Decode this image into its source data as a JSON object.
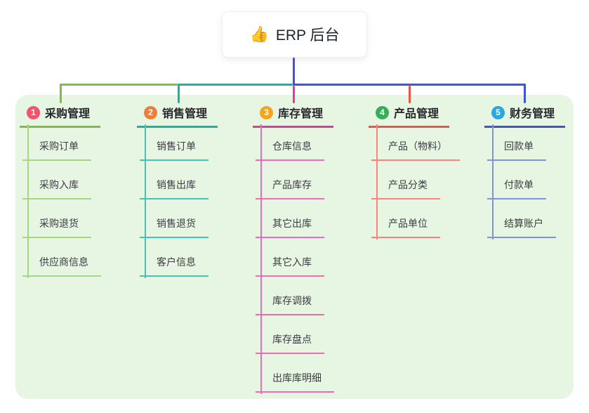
{
  "root": {
    "icon": "👍",
    "label": "ERP 后台"
  },
  "branches": [
    {
      "index": "1",
      "label": "采购管理",
      "line_color": "#7dbf3e",
      "child_line_color": "#a6d586",
      "badge_color": "#f1536e",
      "children": [
        "采购订单",
        "采购入库",
        "采购退货",
        "供应商信息"
      ]
    },
    {
      "index": "2",
      "label": "销售管理",
      "line_color": "#17b4a6",
      "child_line_color": "#47c2b2",
      "badge_color": "#ef7d3b",
      "children": [
        "销售订单",
        "销售出库",
        "销售退货",
        "客户信息"
      ]
    },
    {
      "index": "3",
      "label": "库存管理",
      "line_color": "#e03a9d",
      "child_line_color": "#ef6cb4",
      "badge_color": "#f3a51f",
      "children": [
        "仓库信息",
        "产品库存",
        "其它出库",
        "其它入库",
        "库存调拨",
        "库存盘点",
        "出库库明细"
      ]
    },
    {
      "index": "4",
      "label": "产品管理",
      "line_color": "#f4504a",
      "child_line_color": "#f8847c",
      "badge_color": "#35ae57",
      "children": [
        "产品（物料）",
        "产品分类",
        "产品单位"
      ]
    },
    {
      "index": "5",
      "label": "财务管理",
      "line_color": "#3c55d5",
      "child_line_color": "#8193da",
      "badge_color": "#2ea7df",
      "children": [
        "回款单",
        "付款单",
        "结算账户"
      ]
    }
  ],
  "colors": {
    "canvas_bg": "#ffffff",
    "panel_bg": "#e7f6e3",
    "trunk_line": "#4154d8",
    "title_text": "#26262c",
    "child_text": "#3c3c42",
    "root_card_bg": "#ffffff"
  }
}
